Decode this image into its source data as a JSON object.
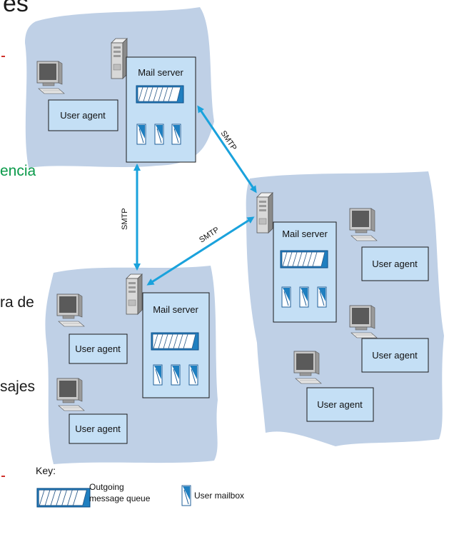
{
  "slide": {
    "top_fragment": "es",
    "green_fragment": "encia",
    "fragment_1": "ra de",
    "fragment_2": "sajes"
  },
  "diagram": {
    "mail_server_label": "Mail server",
    "user_agent_label": "User agent",
    "protocol_label": "SMTP",
    "key_title": "Key:",
    "key_queue_line1": "Outgoing",
    "key_queue_line2": "message queue",
    "key_mailbox": "User mailbox"
  },
  "colors": {
    "cloud": "#bfd0e6",
    "box": "#c4dff5",
    "arrow": "#1aa2dc"
  }
}
